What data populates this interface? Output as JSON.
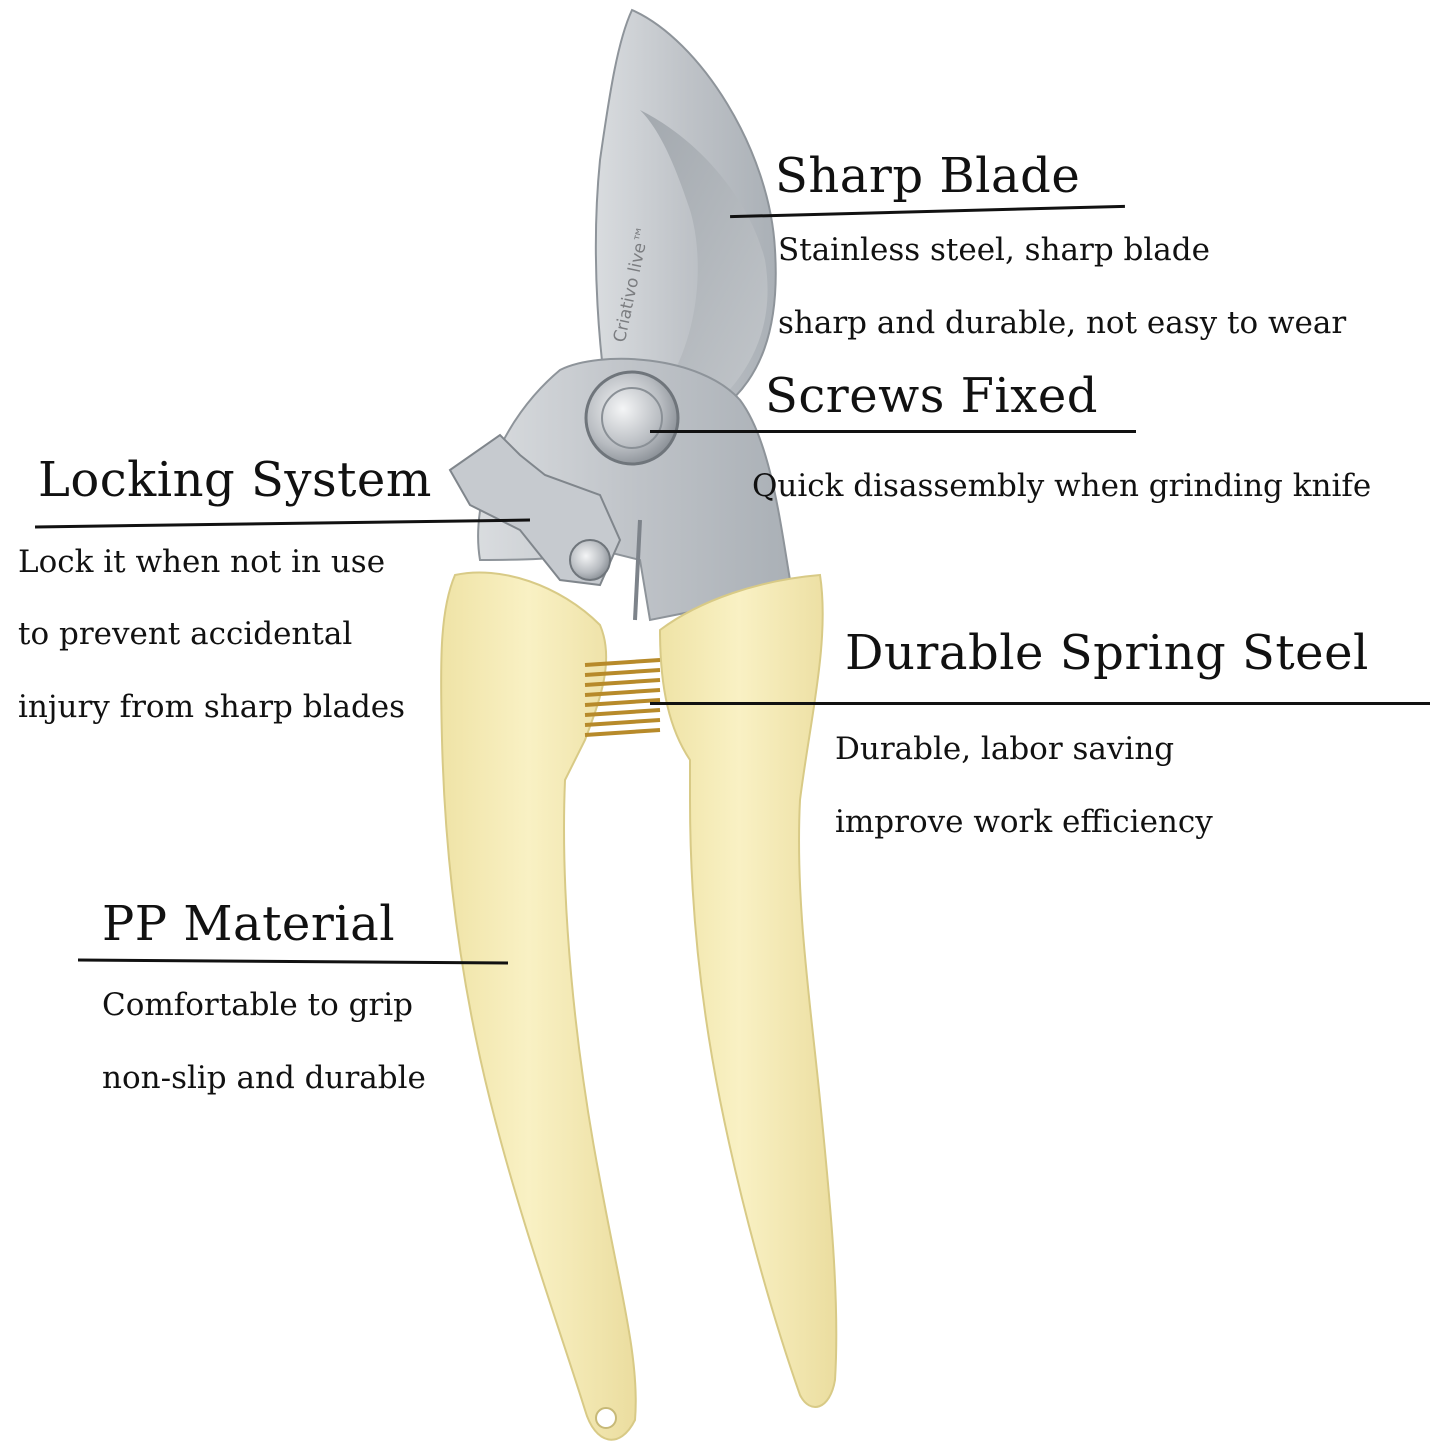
{
  "brand": "Criativo live™",
  "colors": {
    "background": "#ffffff",
    "handle": "#f7edb8",
    "handle_shadow": "#e7d995",
    "steel": "#c9ccd0",
    "steel_dark": "#9aa0a6",
    "text": "#111111"
  },
  "features": {
    "sharp_blade": {
      "title": "Sharp Blade",
      "lines": [
        "Stainless steel, sharp blade",
        "sharp and durable, not easy to wear"
      ]
    },
    "screws_fixed": {
      "title": "Screws Fixed",
      "lines": [
        "Quick disassembly when grinding knife"
      ]
    },
    "locking_system": {
      "title": "Locking System",
      "lines": [
        "Lock it when not in use",
        "to prevent accidental",
        "injury from sharp blades"
      ]
    },
    "spring_steel": {
      "title": "Durable Spring Steel",
      "lines": [
        "Durable, labor saving",
        "improve work efficiency"
      ]
    },
    "pp_material": {
      "title": "PP Material",
      "lines": [
        "Comfortable to grip",
        "non-slip and durable"
      ]
    }
  }
}
